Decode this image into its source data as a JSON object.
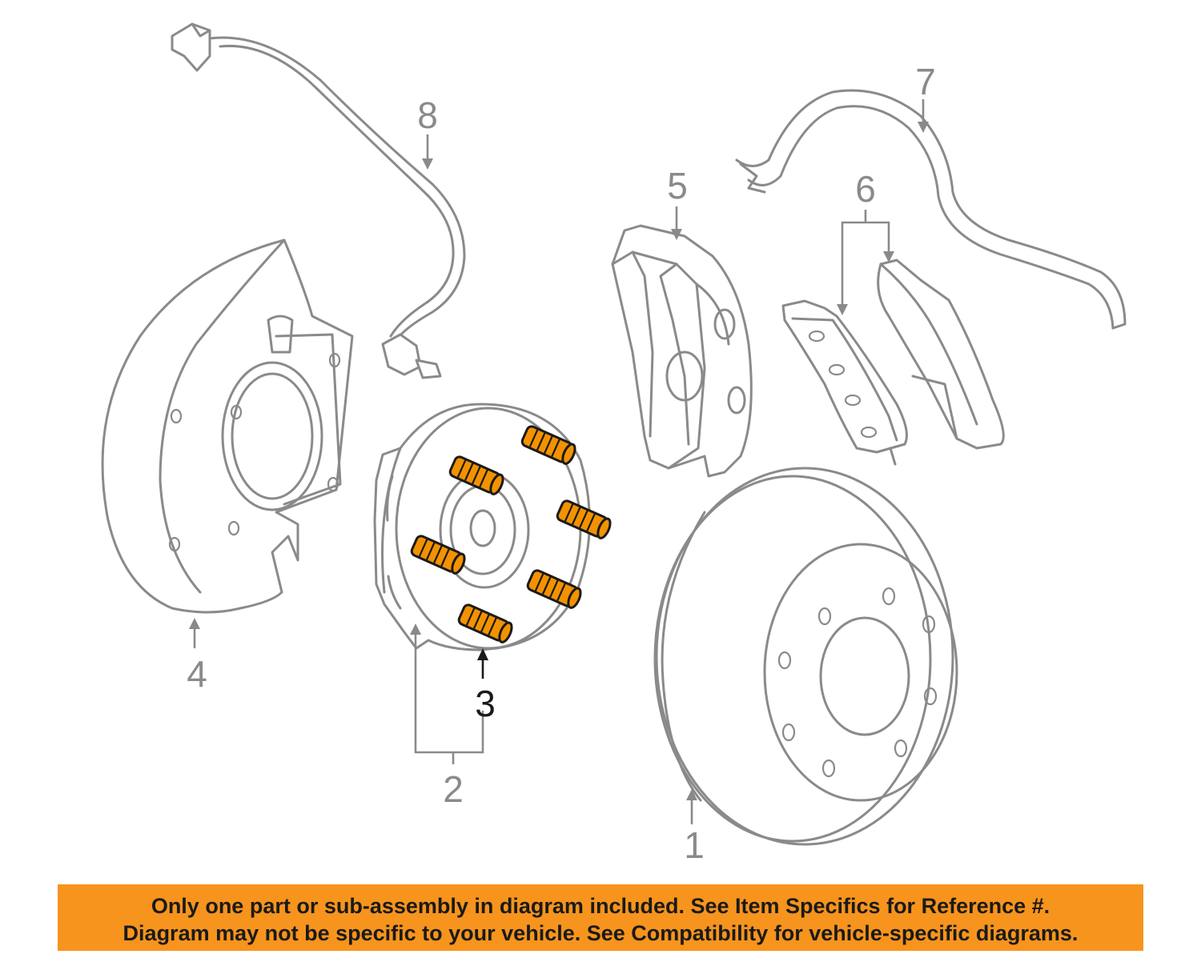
{
  "callouts": {
    "c1": "1",
    "c2": "2",
    "c3": "3",
    "c4": "4",
    "c5": "5",
    "c6": "6",
    "c7": "7",
    "c8": "8"
  },
  "highlight_color": "#f39200",
  "banner_color": "#f7941d",
  "disclaimer": {
    "line1": "Only one part or sub-assembly in diagram included. See Item Specifics for Reference #.",
    "line2": "Diagram may not be specific to your vehicle. See Compatibility for vehicle-specific diagrams."
  }
}
